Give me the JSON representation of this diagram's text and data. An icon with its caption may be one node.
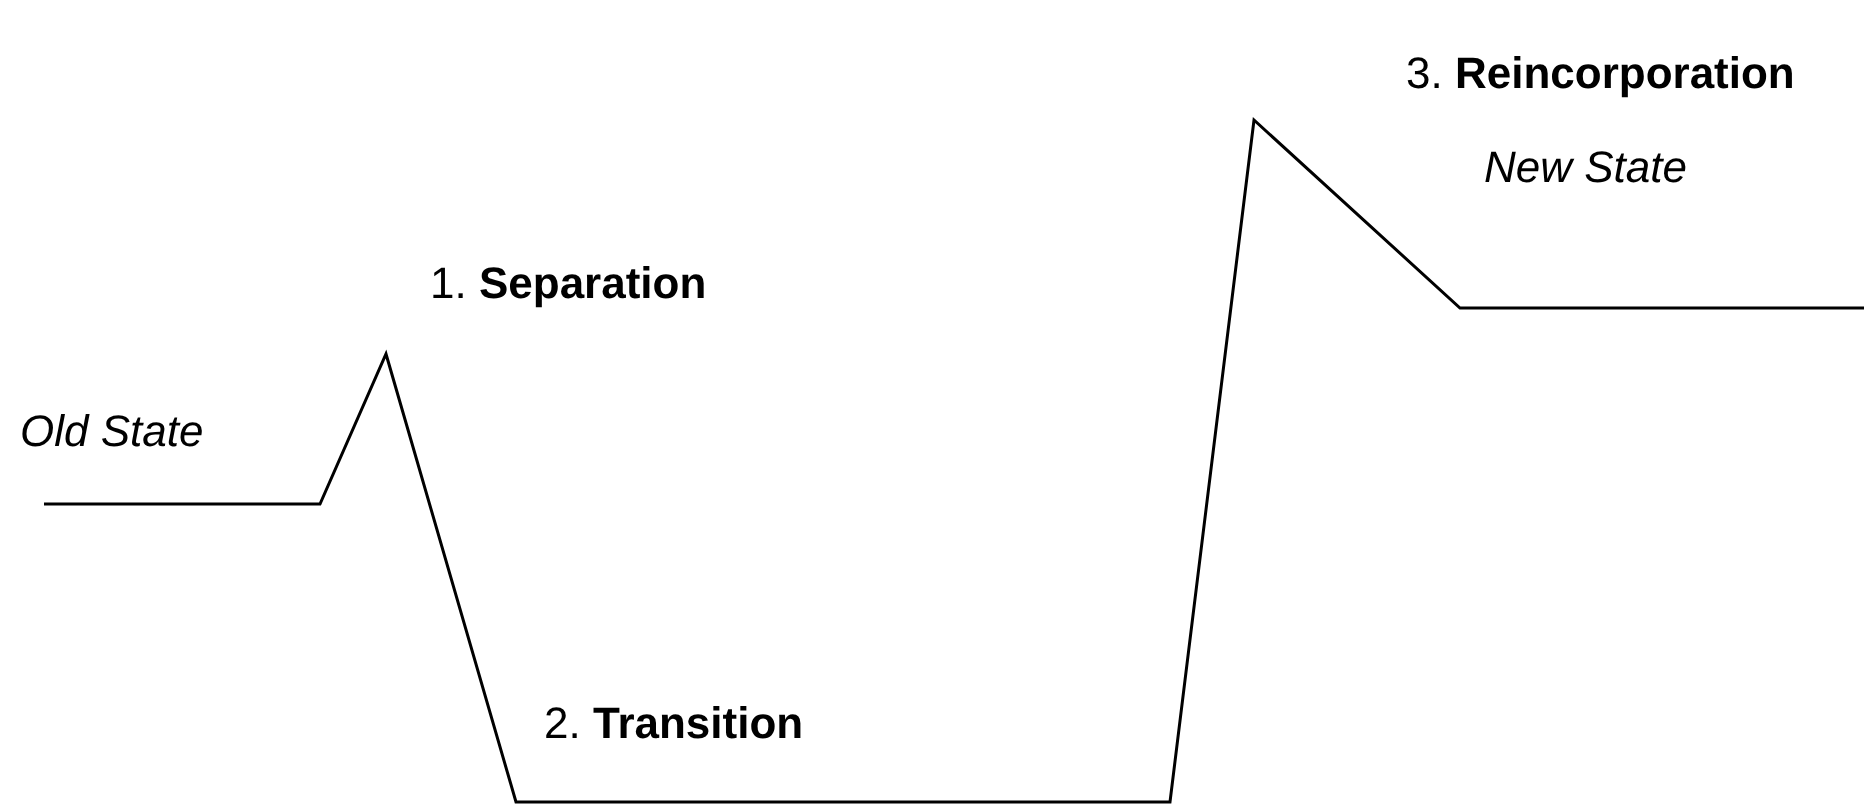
{
  "diagram": {
    "labels": [
      "Old State",
      "1. **Separation**",
      "2. **Transition**",
      "3. **Reincorporation**",
      "New State"
    ]
  }
}
